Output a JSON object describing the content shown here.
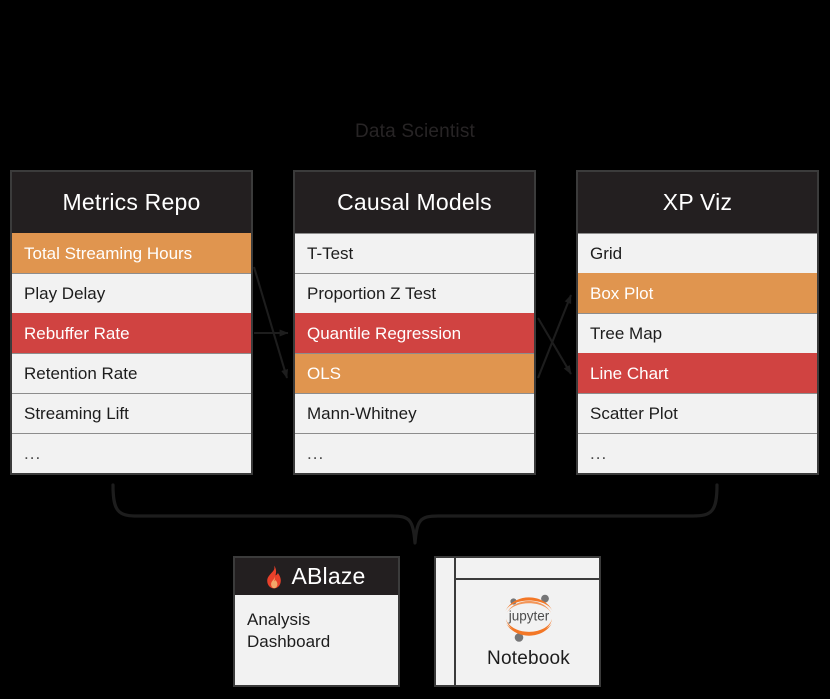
{
  "persona": {
    "label": "Data Scientist"
  },
  "palette": {
    "background": "#000000",
    "header_dark": "#231f20",
    "row_light": "#f2f2f2",
    "highlight_orange": "#e0954f",
    "highlight_red": "#d04341",
    "border": "#3b3b3b",
    "row_divider": "#8d8d8d",
    "text_dark": "#1d1d1d",
    "text_light": "#ffffff",
    "jupyter_orange": "#f37726",
    "jupyter_grey": "#767677"
  },
  "columns": [
    {
      "title": "Metrics Repo",
      "rows": [
        {
          "label": "Total Streaming Hours",
          "state": "orange"
        },
        {
          "label": "Play Delay",
          "state": "default"
        },
        {
          "label": "Rebuffer Rate",
          "state": "red"
        },
        {
          "label": "Retention Rate",
          "state": "default"
        },
        {
          "label": "Streaming Lift",
          "state": "default"
        },
        {
          "label": "...",
          "state": "default"
        }
      ]
    },
    {
      "title": "Causal Models",
      "rows": [
        {
          "label": "T-Test",
          "state": "default"
        },
        {
          "label": "Proportion Z Test",
          "state": "default"
        },
        {
          "label": "Quantile Regression",
          "state": "red"
        },
        {
          "label": "OLS",
          "state": "orange"
        },
        {
          "label": "Mann-Whitney",
          "state": "default"
        },
        {
          "label": "...",
          "state": "default"
        }
      ]
    },
    {
      "title": "XP Viz",
      "rows": [
        {
          "label": "Grid",
          "state": "default"
        },
        {
          "label": "Box Plot",
          "state": "orange"
        },
        {
          "label": "Tree Map",
          "state": "default"
        },
        {
          "label": "Line Chart",
          "state": "red"
        },
        {
          "label": "Scatter Plot",
          "state": "default"
        },
        {
          "label": "...",
          "state": "default"
        }
      ]
    }
  ],
  "connections": [
    {
      "from": "Total Streaming Hours",
      "to": "OLS"
    },
    {
      "from": "Rebuffer Rate",
      "to": "Quantile Regression"
    },
    {
      "from": "Quantile Regression",
      "to": "Line Chart"
    },
    {
      "from": "OLS",
      "to": "Box Plot"
    }
  ],
  "outputs": {
    "ablaze": {
      "title": "ABlaze",
      "icon": "flame-icon",
      "body_line_1": "Analysis",
      "body_line_2": "Dashboard"
    },
    "jupyter": {
      "icon": "jupyter-icon",
      "wordmark": "jupyter",
      "caption": "Notebook"
    }
  }
}
